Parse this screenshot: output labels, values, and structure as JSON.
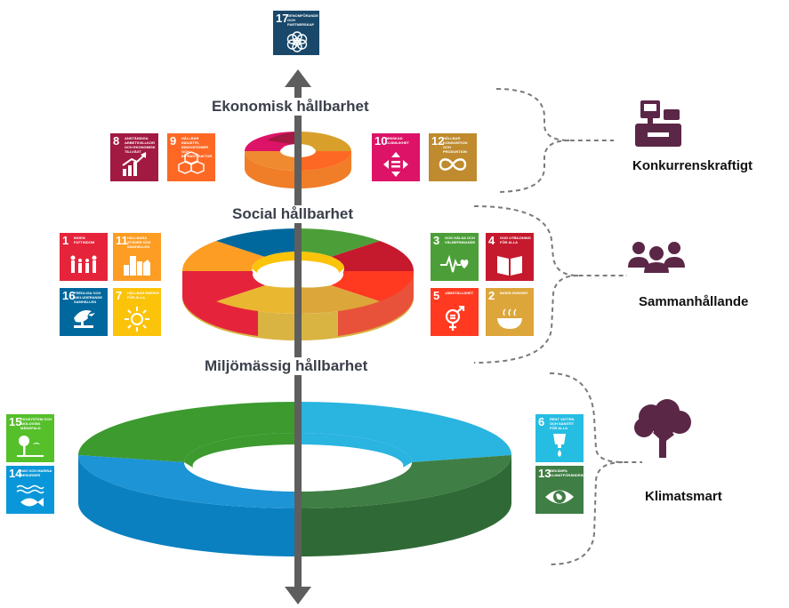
{
  "titles": {
    "economic": "Ekonomisk hållbarhet",
    "social": "Social hållbarhet",
    "environmental": "Miljömässig hållbarhet"
  },
  "side_labels": {
    "economic": "Konkurrenskraftigt",
    "social": "Sammanhållande",
    "environmental": "Klimatsmart"
  },
  "side_icons": {
    "economic": "cash-register-icon",
    "social": "people-group-icon",
    "environmental": "tree-icon"
  },
  "icon_color": "#5b2747",
  "top_goal": {
    "num": "17",
    "text": "Genomförande och partnerskap",
    "color": "#19486a",
    "icon": "flower-icon"
  },
  "goals": {
    "g8": {
      "num": "8",
      "text": "Anständiga arbetsvillkor och ekonomisk tillväxt",
      "color": "#a21942",
      "icon": "chart-up-icon"
    },
    "g9": {
      "num": "9",
      "text": "Hållbar industri, innovationer och infrastruktur",
      "color": "#fd6925",
      "icon": "cubes-icon"
    },
    "g10": {
      "num": "10",
      "text": "Minskad ojämlikhet",
      "color": "#dd1367",
      "icon": "equality-arrows-icon"
    },
    "g12": {
      "num": "12",
      "text": "Hållbar konsumtion och produktion",
      "color": "#bf8b2e",
      "icon": "infinity-icon"
    },
    "g1": {
      "num": "1",
      "text": "Ingen fattigdom",
      "color": "#e5243b",
      "icon": "family-icon"
    },
    "g11": {
      "num": "11",
      "text": "Hållbara städer och samhällen",
      "color": "#fd9d24",
      "icon": "city-icon"
    },
    "g16": {
      "num": "16",
      "text": "Fredliga och inkluderande samhällen",
      "color": "#00689d",
      "icon": "dove-icon"
    },
    "g7": {
      "num": "7",
      "text": "Hållbar energi för alla",
      "color": "#fcc30b",
      "icon": "sun-icon"
    },
    "g3": {
      "num": "3",
      "text": "God hälsa och välbefinnande",
      "color": "#4c9f38",
      "icon": "heartbeat-icon"
    },
    "g4": {
      "num": "4",
      "text": "God utbildning för alla",
      "color": "#c5192d",
      "icon": "book-icon"
    },
    "g5": {
      "num": "5",
      "text": "Jämställdhet",
      "color": "#ff3a21",
      "icon": "gender-icon"
    },
    "g2": {
      "num": "2",
      "text": "Ingen hunger",
      "color": "#dda63a",
      "icon": "bowl-icon"
    },
    "g15": {
      "num": "15",
      "text": "Ekosystem och biologisk mångfald",
      "color": "#56c02b",
      "icon": "tree-bird-icon"
    },
    "g14": {
      "num": "14",
      "text": "Hav och marina resurser",
      "color": "#0a97d9",
      "icon": "fish-icon"
    },
    "g6": {
      "num": "6",
      "text": "Rent vatten och sanitet för alla",
      "color": "#26bde2",
      "icon": "water-drop-icon"
    },
    "g13": {
      "num": "13",
      "text": "Bekämpa klimatförändringarna",
      "color": "#3f7e44",
      "icon": "eye-globe-icon"
    }
  },
  "ring_colors": {
    "bottom": [
      "#3f7e44",
      "#26bde2",
      "#56c02b",
      "#0a97d9"
    ],
    "middle": [
      "#4c9f38",
      "#c5192d",
      "#ff3a21",
      "#dda63a",
      "#fcc30b",
      "#00689d",
      "#fd9d24",
      "#e5243b"
    ],
    "top": [
      "#a21942",
      "#fd6925",
      "#dd1367",
      "#bf8b2e"
    ]
  },
  "axis_color": "#5e5e5e"
}
